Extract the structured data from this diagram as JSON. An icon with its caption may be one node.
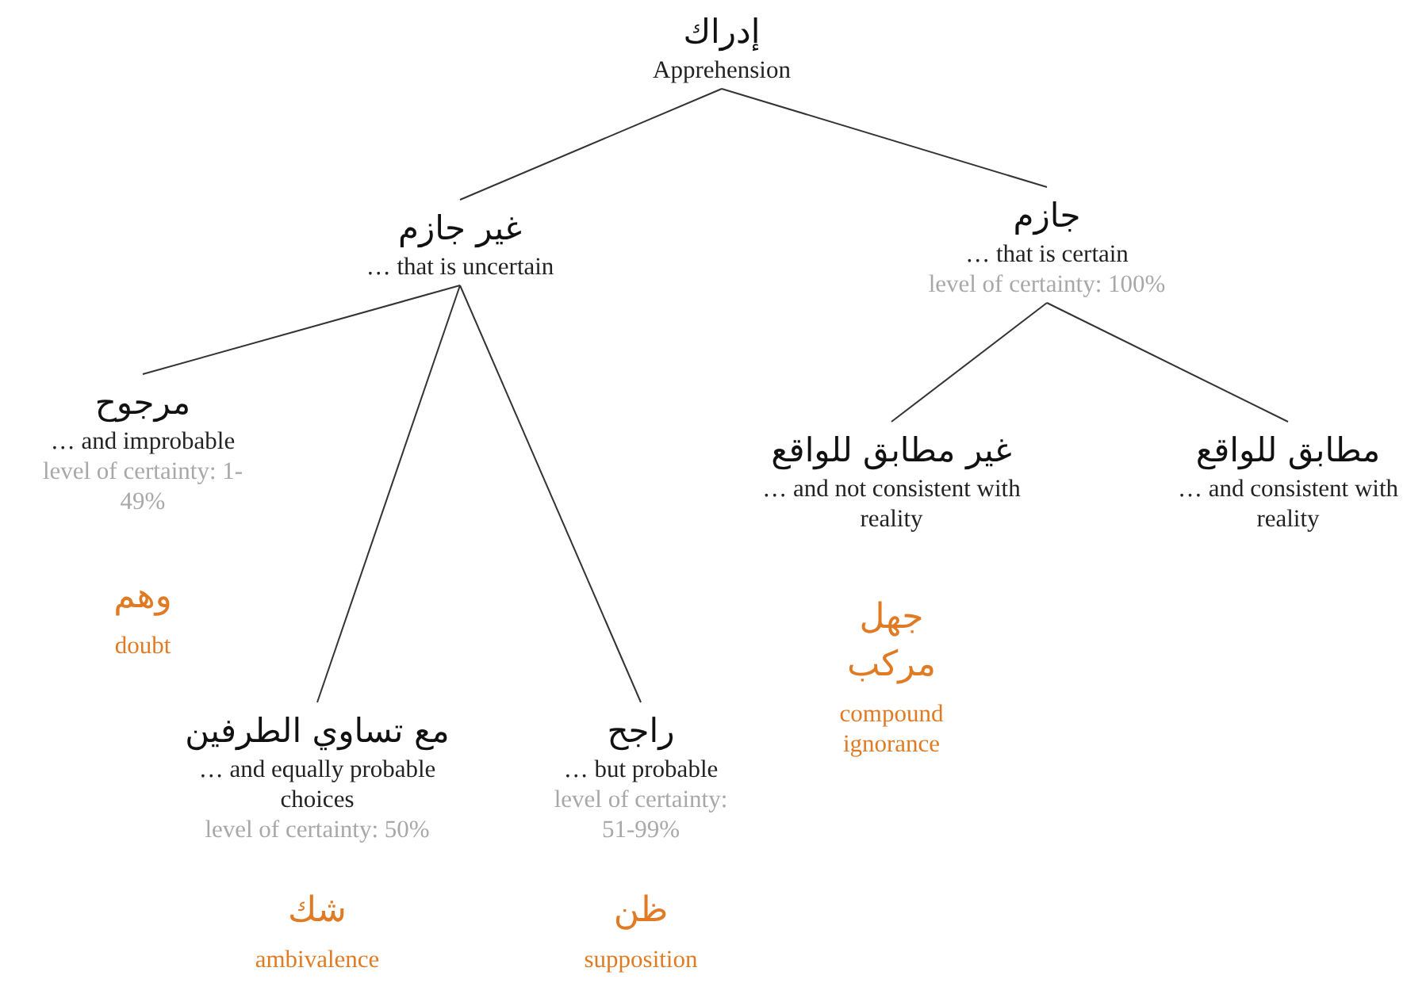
{
  "diagram": {
    "nodes": [
      {
        "text": [
          "إدراك",
          "Apprehension"
        ]
      },
      {
        "text": [
          "غير جازم",
          "… that is uncertain"
        ]
      },
      {
        "text": [
          "جازم",
          "… that is certain",
          "level of certainty: 100%"
        ]
      },
      {
        "text": [
          "مرجوح",
          "… and improbable",
          "level of certainty: 1-49%"
        ],
        "beside": [
          "وهم",
          "doubt"
        ]
      },
      {
        "text": [
          "مع تساوي الطرفين",
          "… and equally probable choices",
          "level of certainty: 50%"
        ],
        "beside": [
          "شك",
          "ambivalence"
        ]
      },
      {
        "text": [
          "راجح",
          "… but probable",
          "level of certainty: 51-99%"
        ],
        "beside": [
          "ظن",
          "supposition"
        ]
      },
      {
        "text": [
          "غير مطابق للواقع",
          "… and not consistent with reality"
        ],
        "beside": [
          "جهل مركب",
          "compound ignorance"
        ]
      },
      {
        "text": [
          "مطابق للواقع",
          "… and consistent with reality"
        ]
      }
    ],
    "edges": [
      {
        "from": 0,
        "to": 1,
        "arrow": "none"
      },
      {
        "from": 0,
        "to": 2,
        "arrow": "none"
      },
      {
        "from": 1,
        "to": 3,
        "arrow": "none"
      },
      {
        "from": 1,
        "to": 4,
        "arrow": "none"
      },
      {
        "from": 1,
        "to": 5,
        "arrow": "none"
      },
      {
        "from": 2,
        "to": 6,
        "arrow": "none"
      },
      {
        "from": 2,
        "to": 7,
        "arrow": "none"
      }
    ]
  }
}
